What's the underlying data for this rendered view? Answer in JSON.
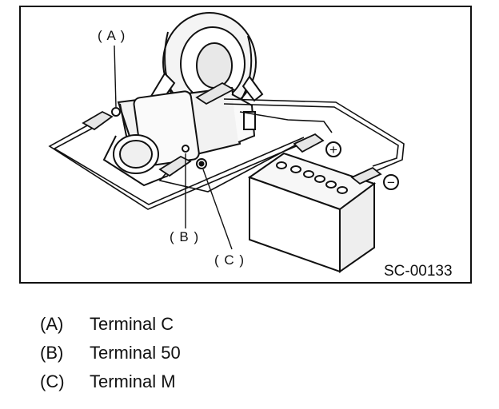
{
  "figure": {
    "id_label": "SC-00133",
    "callouts": {
      "a": "( A )",
      "b": "( B )",
      "c": "( C )"
    },
    "battery": {
      "plus_symbol": "+",
      "minus_symbol": "−"
    }
  },
  "legend": [
    {
      "key": "(A)",
      "text": "Terminal C"
    },
    {
      "key": "(B)",
      "text": "Terminal 50"
    },
    {
      "key": "(C)",
      "text": "Terminal M"
    }
  ]
}
